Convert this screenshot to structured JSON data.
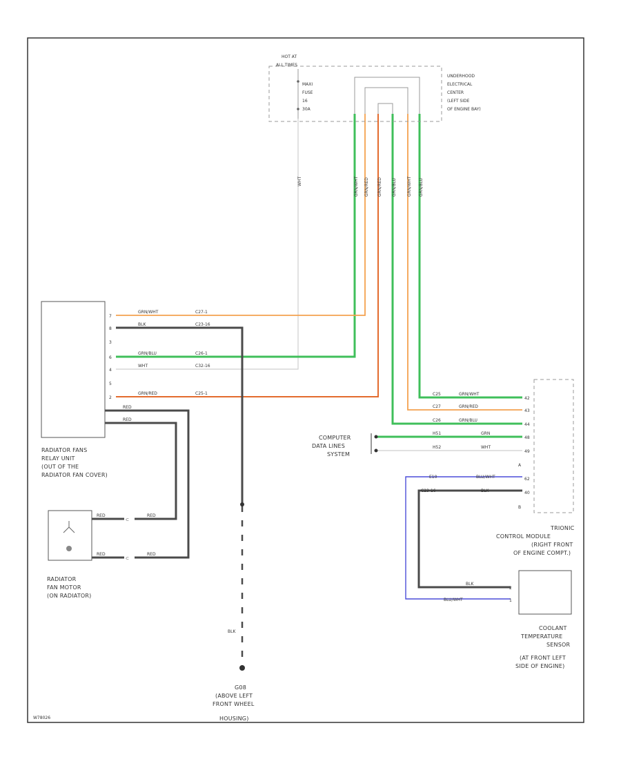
{
  "colors": {
    "border": "#333333",
    "wire_orange": "#f4a14e",
    "wire_green": "#3fbf5a",
    "wire_black": "#4a4a4a",
    "wire_white": "#cfcfcf",
    "wire_blue": "#4a4cd8",
    "wire_red": "#e36a2c"
  },
  "components": {
    "hot_at_all_times": [
      "HOT AT",
      "ALL TIMES"
    ],
    "fuse": [
      "MAXI",
      "FUSE",
      "16",
      "30A"
    ],
    "underhood": [
      "UNDERHOOD",
      "ELECTRICAL",
      "CENTER",
      "(LEFT SIDE",
      "OF ENGINE BAY)"
    ],
    "relay": [
      "RADIATOR FANS",
      "RELAY UNIT",
      "(OUT OF THE",
      "RADIATOR FAN COVER)"
    ],
    "motor": [
      "RADIATOR",
      "FAN MOTOR",
      "(ON RADIATOR)"
    ],
    "ground": [
      "G08",
      "(ABOVE LEFT",
      "FRONT WHEEL",
      "HOUSING)"
    ],
    "computer": [
      "COMPUTER",
      "DATA LINES",
      "SYSTEM"
    ],
    "tcm": [
      "TRIONIC",
      "CONTROL MODULE",
      "(RIGHT FRONT",
      "OF ENGINE COMPT.)"
    ],
    "coolant": [
      "COOLANT",
      "TEMPERATURE",
      "SENSOR",
      "(AT FRONT LEFT",
      "SIDE OF ENGINE)"
    ]
  },
  "relay_wires": [
    {
      "pin": "7",
      "color_label": "GRN/WHT",
      "connector": "C27-1"
    },
    {
      "pin": "8",
      "color_label": "BLK",
      "connector": "C23-16"
    },
    {
      "pin": "3",
      "color_label": "",
      "connector": ""
    },
    {
      "pin": "6",
      "color_label": "GRN/BLU",
      "connector": "C26-1"
    },
    {
      "pin": "4",
      "color_label": "WHT",
      "connector": "C32-16"
    },
    {
      "pin": "5",
      "color_label": "",
      "connector": ""
    },
    {
      "pin": "2",
      "color_label": "GRN/RED",
      "connector": "C25-1"
    }
  ],
  "tcm_wires": [
    {
      "connector": "C25",
      "color_label": "GRN/WHT",
      "pin": "42"
    },
    {
      "connector": "C27",
      "color_label": "GRN/RED",
      "pin": "43"
    },
    {
      "connector": "C26",
      "color_label": "GRN/BLU",
      "pin": "44"
    },
    {
      "connector": "H51",
      "color_label": "GRN",
      "pin": "48"
    },
    {
      "connector": "H52",
      "color_label": "WHT",
      "pin": "49"
    },
    {
      "connector": "",
      "color_label": "",
      "pin": "A"
    },
    {
      "connector": "E10",
      "color_label": "BLU/WHT",
      "pin": "62"
    },
    {
      "connector": "C23-16",
      "color_label": "BLK",
      "pin": "40"
    },
    {
      "connector": "",
      "color_label": "",
      "pin": "B"
    }
  ],
  "vertical_labels": [
    "WHT",
    "GRN/WHT",
    "GRN/RED",
    "GRN/RED",
    "GRN/BLU",
    "GRN/WHT",
    "GRN/BLU"
  ],
  "labels": {
    "motor_red_top": "RED",
    "motor_red_bottom": "RED",
    "relay_red_1": "RED",
    "relay_red_2": "RED",
    "ground_blk": "BLK",
    "coolant_blk": "BLK",
    "coolant_blu": "BLU/WHT",
    "page_code": "W78026"
  }
}
